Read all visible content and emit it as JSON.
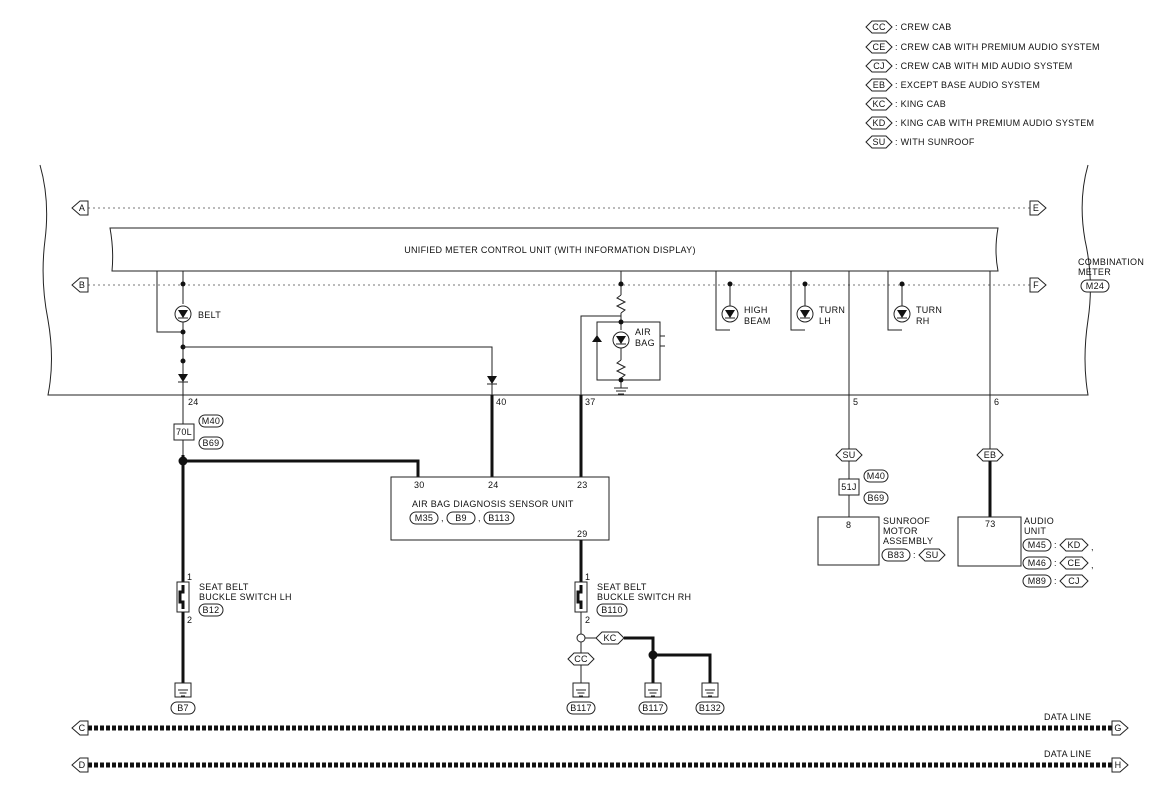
{
  "legend": [
    {
      "code": "CC",
      "text": ": CREW CAB"
    },
    {
      "code": "CE",
      "text": ": CREW CAB WITH PREMIUM AUDIO SYSTEM"
    },
    {
      "code": "CJ",
      "text": ": CREW CAB WITH MID AUDIO SYSTEM"
    },
    {
      "code": "EB",
      "text": ": EXCEPT BASE AUDIO SYSTEM"
    },
    {
      "code": "KC",
      "text": ": KING CAB"
    },
    {
      "code": "KD",
      "text": ": KING CAB WITH PREMIUM AUDIO SYSTEM"
    },
    {
      "code": "SU",
      "text": ": WITH SUNROOF"
    }
  ],
  "meter": {
    "unit_label": "UNIFIED METER CONTROL UNIT (WITH INFORMATION DISPLAY)",
    "name_line1": "COMBINATION",
    "name_line2": "METER",
    "connector": "M24",
    "refs": {
      "a": "A",
      "b": "B",
      "e": "E",
      "f": "F"
    },
    "lamps": {
      "belt": "BELT",
      "airbag_l1": "AIR",
      "airbag_l2": "BAG",
      "high_l1": "HIGH",
      "high_l2": "BEAM",
      "turnlh_l1": "TURN",
      "turnlh_l2": "LH",
      "turnrh_l1": "TURN",
      "turnrh_l2": "RH"
    },
    "pins": {
      "p24": "24",
      "p40": "40",
      "p37": "37",
      "p5": "5",
      "p6": "6"
    }
  },
  "junction_left": {
    "pin": "70L",
    "conn1": "M40",
    "conn2": "B69"
  },
  "junction_right": {
    "pin": "51J",
    "conn1": "M40",
    "conn2": "B69"
  },
  "airbag_unit": {
    "label": "AIR BAG DIAGNOSIS SENSOR UNIT",
    "conn1": "M35",
    "conn2": "B9",
    "conn3": "B113",
    "sep1": ",",
    "sep2": ",",
    "pins": {
      "p30": "30",
      "p24": "24",
      "p23": "23",
      "p29": "29"
    }
  },
  "switch_lh": {
    "line1": "SEAT BELT",
    "line2": "BUCKLE SWITCH LH",
    "conn": "B12",
    "pin1": "1",
    "pin2": "2"
  },
  "switch_rh": {
    "line1": "SEAT BELT",
    "line2": "BUCKLE SWITCH RH",
    "conn": "B110",
    "pin1": "1",
    "pin2": "2"
  },
  "sunroof": {
    "line1": "SUNROOF",
    "line2": "MOTOR",
    "line3": "ASSEMBLY",
    "pin": "8",
    "conn": "B83",
    "option": "SU",
    "sep": ":"
  },
  "audio": {
    "line1": "AUDIO",
    "line2": "UNIT",
    "pin": "73",
    "conns": [
      {
        "conn": "M45",
        "option": "KD"
      },
      {
        "conn": "M46",
        "option": "CE"
      },
      {
        "conn": "M89",
        "option": "CJ"
      }
    ],
    "sep": ":",
    "tail": ","
  },
  "wire_options": {
    "su": "SU",
    "eb": "EB",
    "cc": "CC",
    "kc": "KC"
  },
  "grounds": {
    "b7": "B7",
    "b117a": "B117",
    "b117b": "B117",
    "b132": "B132"
  },
  "data_lines": [
    {
      "label": "DATA LINE",
      "left": "C",
      "right": "G"
    },
    {
      "label": "DATA LINE",
      "left": "D",
      "right": "H"
    }
  ]
}
